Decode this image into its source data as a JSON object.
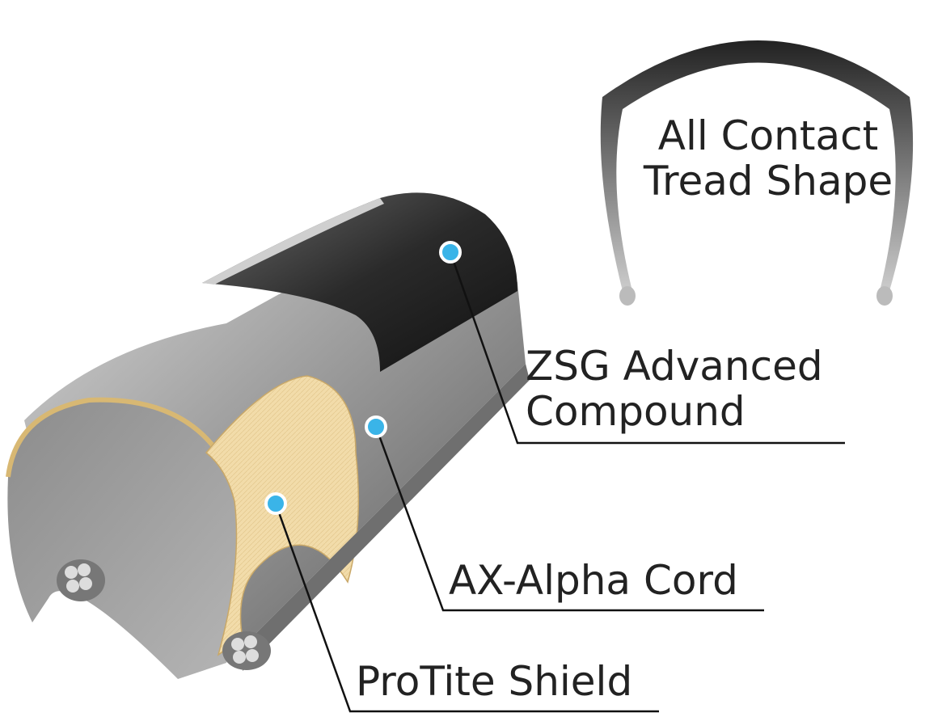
{
  "title": "Tire construction diagram",
  "labels": {
    "tread_line1": "All Contact",
    "tread_line2": "Tread Shape",
    "zsg_line1": "ZSG Advanced",
    "zsg_line2": "Compound",
    "cord": "AX-Alpha Cord",
    "shield": "ProTite Shield"
  },
  "colors": {
    "marker": "#3ab4e8",
    "shield": "#f2dcaa",
    "tread": "#1e1e1e",
    "casing": "#8a8a8a"
  }
}
